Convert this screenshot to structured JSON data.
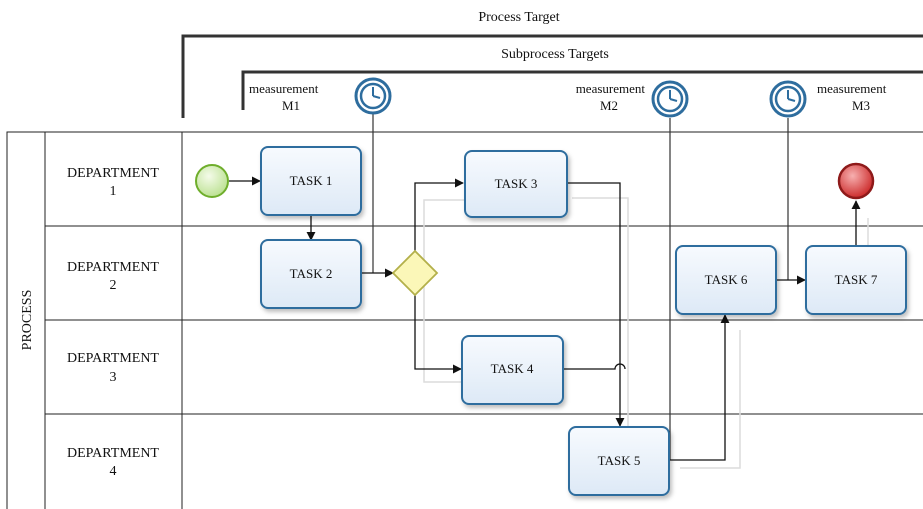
{
  "header": {
    "process_target": "Process Target",
    "subprocess_targets": "Subprocess Targets"
  },
  "measurements": [
    {
      "label": "measurement",
      "code": "M1"
    },
    {
      "label": "measurement",
      "code": "M2"
    },
    {
      "label": "measurement",
      "code": "M3"
    }
  ],
  "pool": {
    "label": "PROCESS"
  },
  "lanes": [
    {
      "line1": "DEPARTMENT",
      "line2": "1"
    },
    {
      "line1": "DEPARTMENT",
      "line2": "2"
    },
    {
      "line1": "DEPARTMENT",
      "line2": "3"
    },
    {
      "line1": "DEPARTMENT",
      "line2": "4"
    }
  ],
  "tasks": [
    {
      "label": "TASK 1"
    },
    {
      "label": "TASK 2"
    },
    {
      "label": "TASK 3"
    },
    {
      "label": "TASK 4"
    },
    {
      "label": "TASK 5"
    },
    {
      "label": "TASK 6"
    },
    {
      "label": "TASK 7"
    }
  ],
  "colors": {
    "task_border": "#2e6d9e",
    "task_fill": "#eef4fb",
    "start_fill": "#cdeab0",
    "start_stroke": "#6fae2c",
    "end_fill": "#d83a3a",
    "end_stroke": "#8e1a1a",
    "gateway_fill": "#fbf7b8",
    "gateway_stroke": "#b3b04a",
    "timer_stroke": "#2e6d9e"
  }
}
